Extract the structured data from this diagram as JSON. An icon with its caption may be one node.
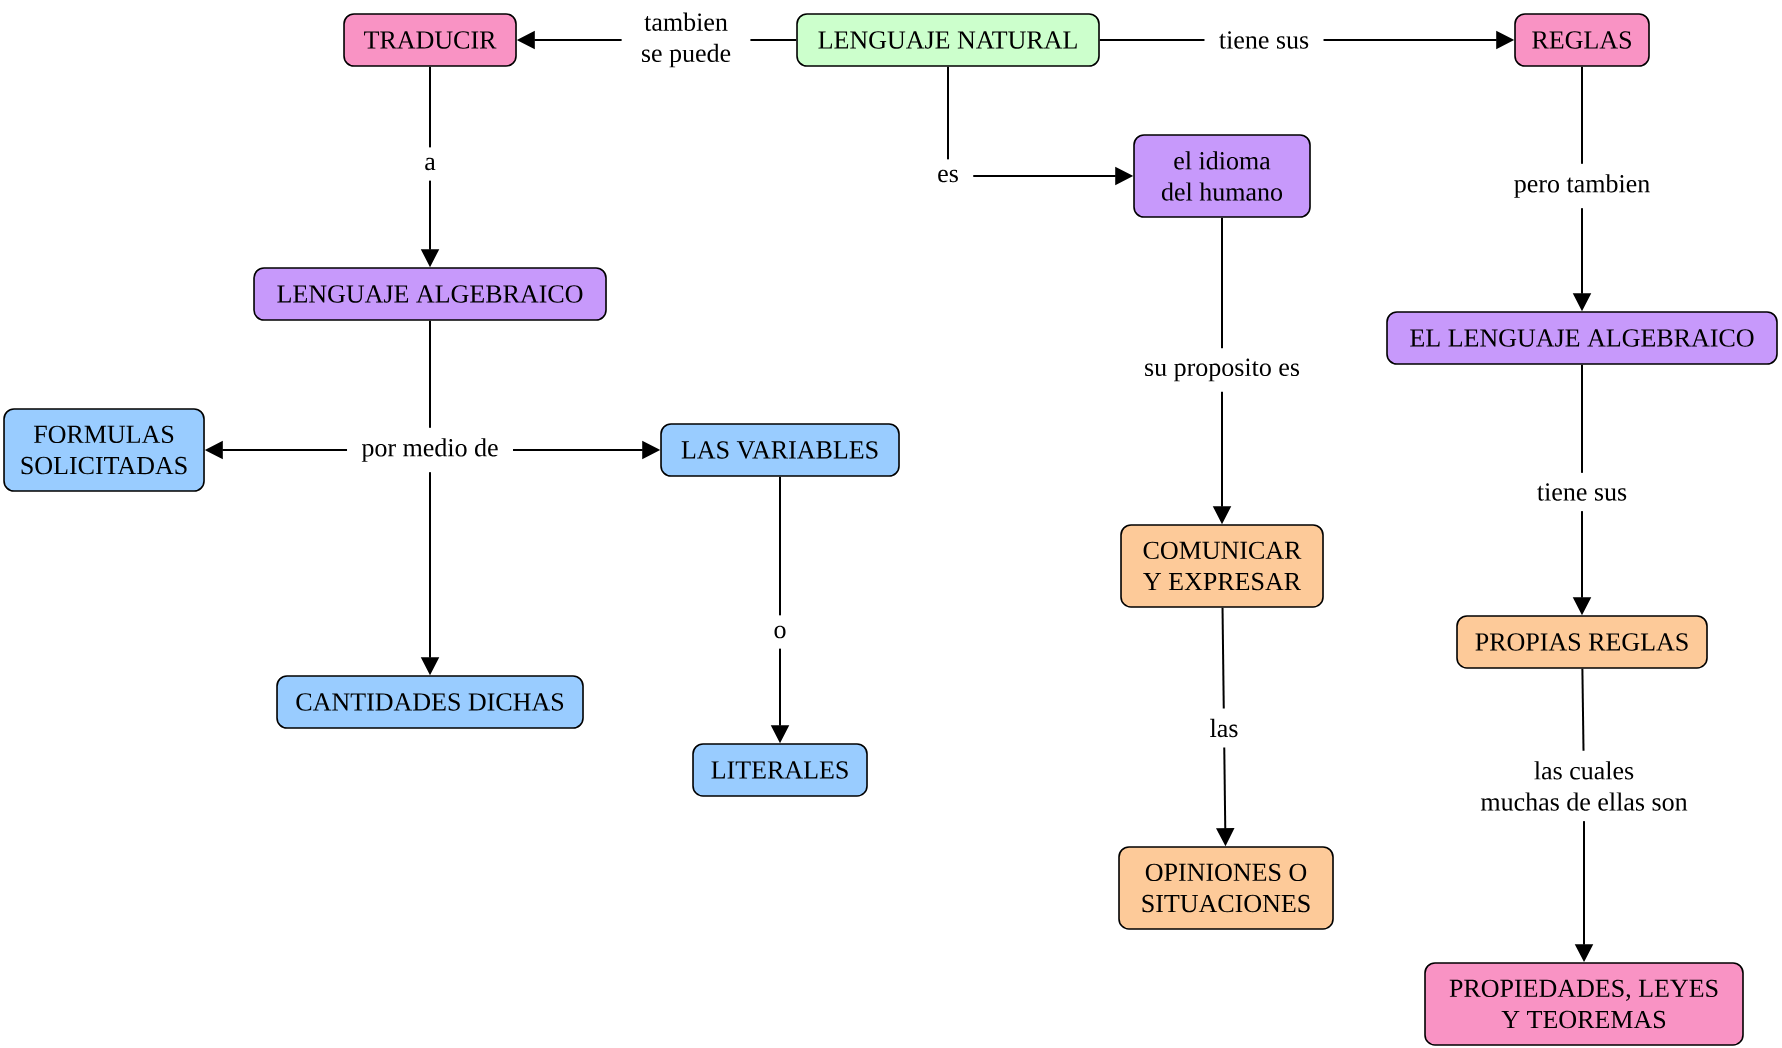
{
  "diagram": {
    "nodes": [
      {
        "text": [
          "TRADUCIR"
        ]
      },
      {
        "text": [
          "tambien se puede"
        ]
      },
      {
        "text": [
          "LENGUAJE NATURAL"
        ]
      },
      {
        "text": [
          "tiene sus"
        ]
      },
      {
        "text": [
          "REGLAS"
        ]
      },
      {
        "text": [
          "a"
        ]
      },
      {
        "text": [
          "es"
        ]
      },
      {
        "text": [
          "el idioma del humano"
        ]
      },
      {
        "text": [
          "pero tambien"
        ]
      },
      {
        "text": [
          "LENGUAJE ALGEBRAICO"
        ]
      },
      {
        "text": [
          "EL LENGUAJE ALGEBRAICO"
        ]
      },
      {
        "text": [
          "su proposito es"
        ]
      },
      {
        "text": [
          "FORMULAS SOLICITADAS"
        ]
      },
      {
        "text": [
          "por medio de"
        ]
      },
      {
        "text": [
          "LAS VARIABLES"
        ]
      },
      {
        "text": [
          "tiene sus"
        ]
      },
      {
        "text": [
          "COMUNICAR Y EXPRESAR"
        ]
      },
      {
        "text": [
          "CANTIDADES DICHAS"
        ]
      },
      {
        "text": [
          "PROPIAS REGLAS"
        ]
      },
      {
        "text": [
          "o"
        ]
      },
      {
        "text": [
          "las"
        ]
      },
      {
        "text": [
          "LITERALES"
        ]
      },
      {
        "text": [
          "las cuales muchas de ellas son"
        ]
      },
      {
        "text": [
          "OPINIONES O SITUACIONES"
        ]
      },
      {
        "text": [
          "PROPIEDADES, LEYES Y TEOREMAS"
        ]
      }
    ],
    "edges": [
      {
        "from": 2,
        "to": 1,
        "arrow": "none"
      },
      {
        "from": 1,
        "to": 0,
        "arrow": "to"
      },
      {
        "from": 2,
        "to": 3,
        "arrow": "none"
      },
      {
        "from": 3,
        "to": 4,
        "arrow": "to"
      },
      {
        "from": 0,
        "to": 5,
        "arrow": "none"
      },
      {
        "from": 5,
        "to": 9,
        "arrow": "to"
      },
      {
        "from": 2,
        "to": 6,
        "arrow": "none"
      },
      {
        "from": 6,
        "to": 7,
        "arrow": "to"
      },
      {
        "from": 4,
        "to": 8,
        "arrow": "none"
      },
      {
        "from": 8,
        "to": 10,
        "arrow": "to"
      },
      {
        "from": 7,
        "to": 11,
        "arrow": "none"
      },
      {
        "from": 11,
        "to": 16,
        "arrow": "to"
      },
      {
        "from": 9,
        "to": 13,
        "arrow": "none"
      },
      {
        "from": 13,
        "to": 12,
        "arrow": "to"
      },
      {
        "from": 13,
        "to": 14,
        "arrow": "to"
      },
      {
        "from": 13,
        "to": 17,
        "arrow": "to"
      },
      {
        "from": 10,
        "to": 15,
        "arrow": "none"
      },
      {
        "from": 15,
        "to": 18,
        "arrow": "to"
      },
      {
        "from": 14,
        "to": 19,
        "arrow": "none"
      },
      {
        "from": 19,
        "to": 21,
        "arrow": "to"
      },
      {
        "from": 16,
        "to": 20,
        "arrow": "none"
      },
      {
        "from": 20,
        "to": 23,
        "arrow": "to"
      },
      {
        "from": 18,
        "to": 22,
        "arrow": "none"
      },
      {
        "from": 22,
        "to": 24,
        "arrow": "to"
      }
    ]
  }
}
